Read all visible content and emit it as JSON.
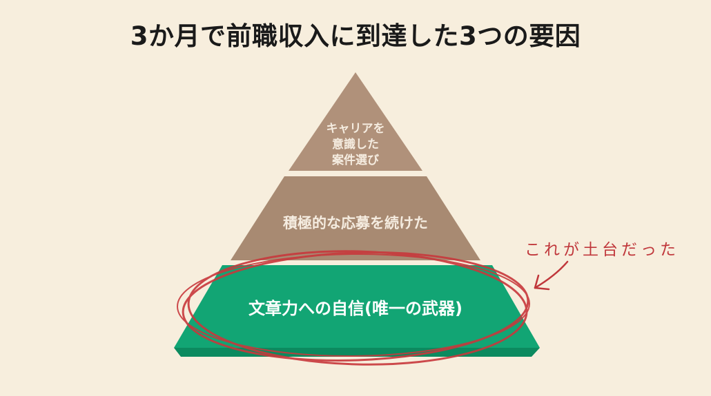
{
  "title": "3か月で前職収入に到達した3つの要因",
  "pyramid": {
    "levels": [
      {
        "position": "top",
        "label_lines": [
          "キャリアを",
          "意識した",
          "案件選び"
        ],
        "color": "#b0917a"
      },
      {
        "position": "middle",
        "label": "積極的な応募を続けた",
        "color": "#a88a72"
      },
      {
        "position": "bottom",
        "label": "文章力への自信(唯一の武器)",
        "color": "#12a574",
        "side_color": "#0c8a5f"
      }
    ]
  },
  "annotation": {
    "text": "これが土台だった",
    "target": "bottom",
    "highlight_color": "#c8383c"
  },
  "colors": {
    "background": "#f7eedd",
    "title": "#1a1a1a"
  }
}
